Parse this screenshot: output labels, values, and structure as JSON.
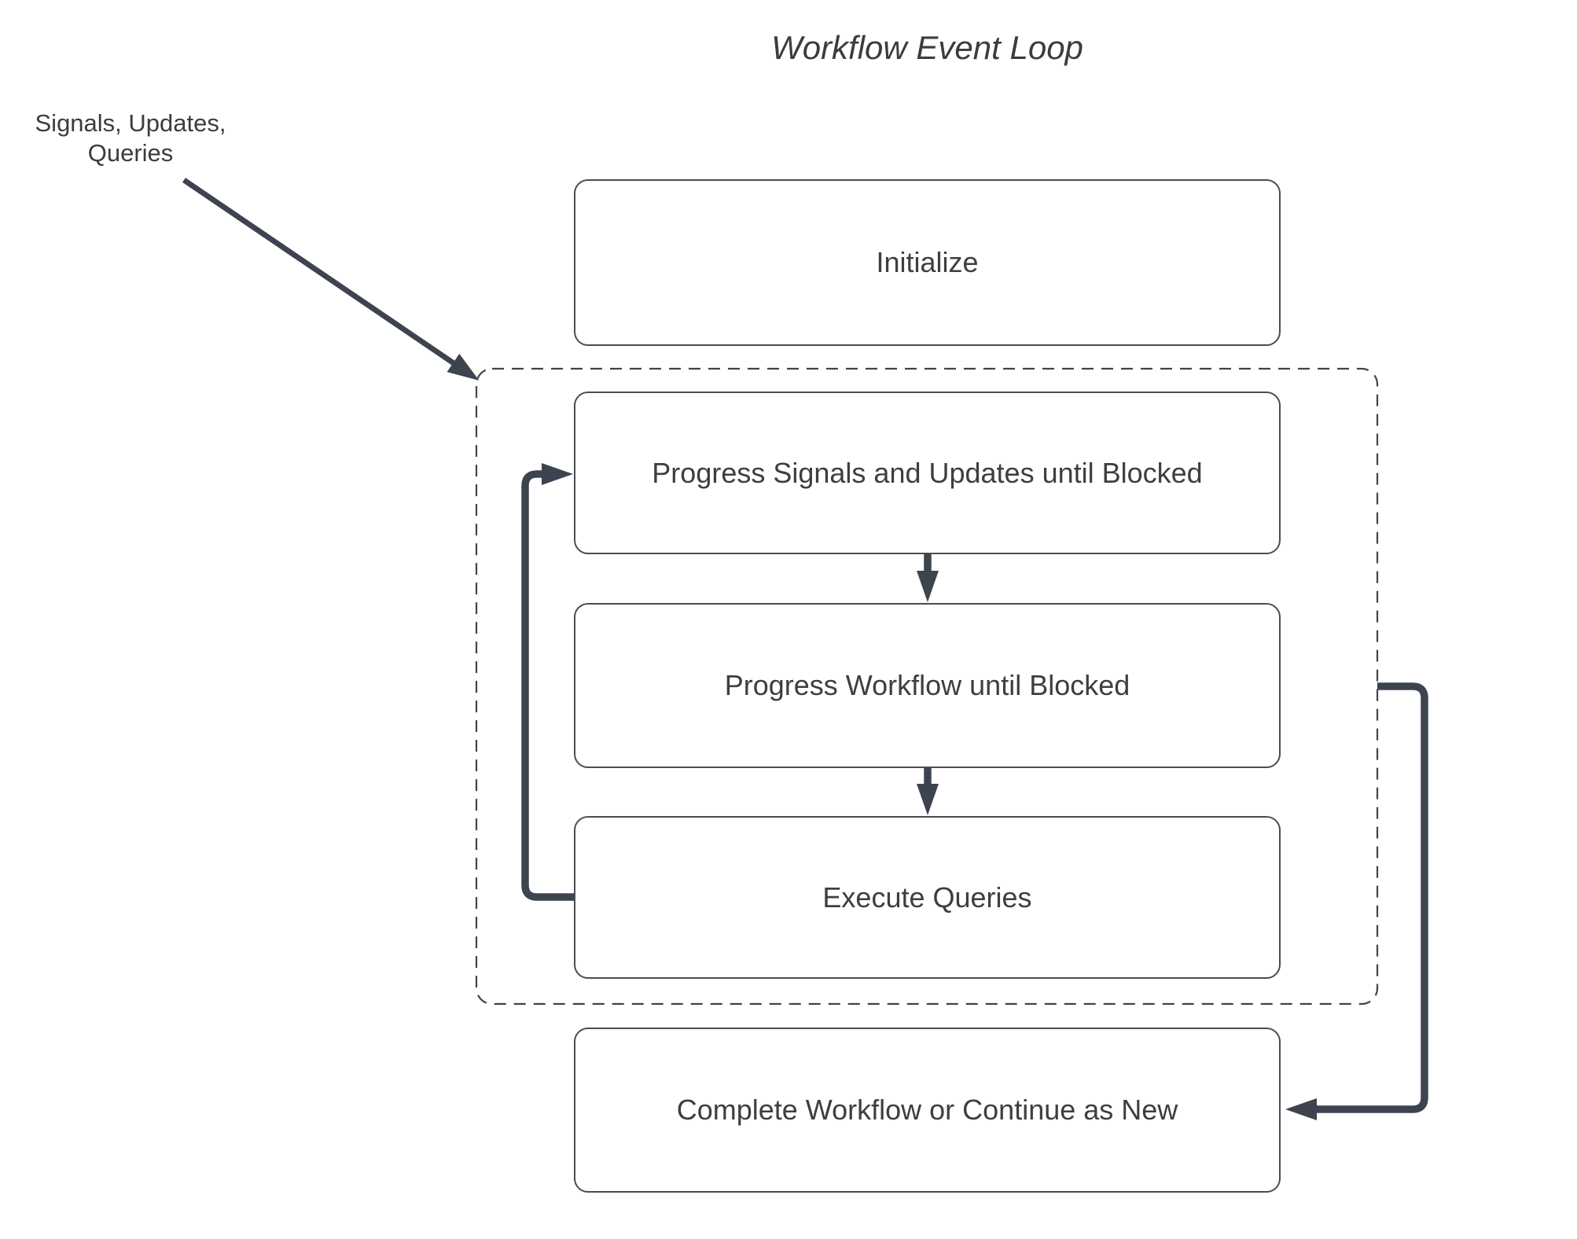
{
  "title": "Workflow Event Loop",
  "annotation": {
    "label": "Signals, Updates,\nQueries"
  },
  "nodes": [
    {
      "id": "initialize",
      "label": "Initialize"
    },
    {
      "id": "progress-signals",
      "label": "Progress Signals and Updates until Blocked"
    },
    {
      "id": "progress-workflow",
      "label": "Progress Workflow until Blocked"
    },
    {
      "id": "execute-queries",
      "label": "Execute Queries"
    },
    {
      "id": "complete-workflow",
      "label": "Complete Workflow or Continue as New"
    }
  ],
  "connections": [
    {
      "from": "signals-updates-queries-label",
      "to": "event-loop-boundary"
    },
    {
      "from": "progress-signals",
      "to": "progress-workflow"
    },
    {
      "from": "progress-workflow",
      "to": "execute-queries"
    },
    {
      "from": "execute-queries",
      "to": "progress-signals"
    },
    {
      "from": "event-loop-boundary",
      "to": "complete-workflow"
    }
  ],
  "colors": {
    "background": "#ffffff",
    "arrow": "#3d4450",
    "node_border": "#484d55",
    "dashed_border": "#3f444c",
    "text": "#3e3e3e"
  }
}
